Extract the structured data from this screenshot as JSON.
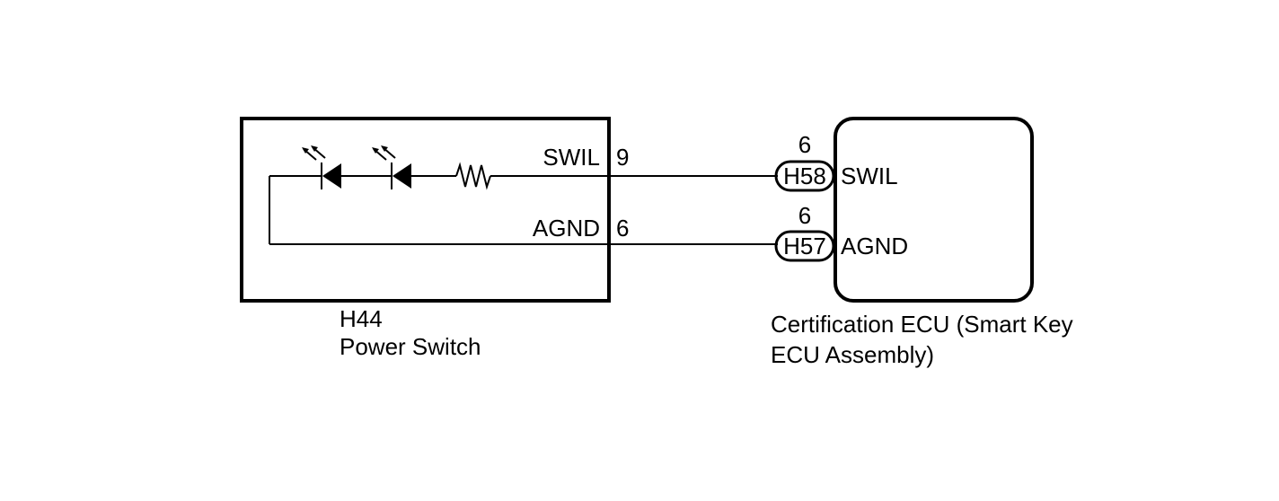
{
  "power_switch": {
    "connector": "H44",
    "name": "Power Switch",
    "pins": [
      {
        "signal": "SWIL",
        "pin": "9"
      },
      {
        "signal": "AGND",
        "pin": "6"
      }
    ]
  },
  "ecu": {
    "name_line1": "Certification ECU (Smart Key",
    "name_line2": "ECU Assembly)",
    "pins": [
      {
        "signal": "SWIL",
        "connector": "H58",
        "pin": "6"
      },
      {
        "signal": "AGND",
        "connector": "H57",
        "pin": "6"
      }
    ]
  }
}
